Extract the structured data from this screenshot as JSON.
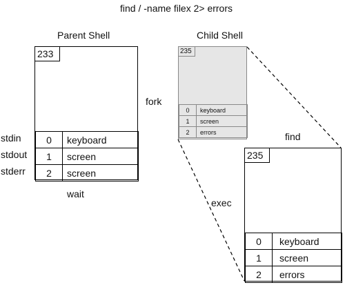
{
  "command": "find / -name filex 2> errors",
  "parent": {
    "title": "Parent Shell",
    "pid": "233",
    "stream_labels": [
      "stdin",
      "stdout",
      "stderr"
    ],
    "fds": [
      {
        "num": "0",
        "target": "keyboard"
      },
      {
        "num": "1",
        "target": "screen"
      },
      {
        "num": "2",
        "target": "screen"
      }
    ],
    "status": "wait"
  },
  "child": {
    "title": "Child Shell",
    "pid": "235",
    "fds": [
      {
        "num": "0",
        "target": "keyboard"
      },
      {
        "num": "1",
        "target": "screen"
      },
      {
        "num": "2",
        "target": "errors"
      }
    ]
  },
  "find_process": {
    "title": "find",
    "pid": "235",
    "fds": [
      {
        "num": "0",
        "target": "keyboard"
      },
      {
        "num": "1",
        "target": "screen"
      },
      {
        "num": "2",
        "target": "errors"
      }
    ]
  },
  "labels": {
    "fork": "fork",
    "exec": "exec"
  }
}
